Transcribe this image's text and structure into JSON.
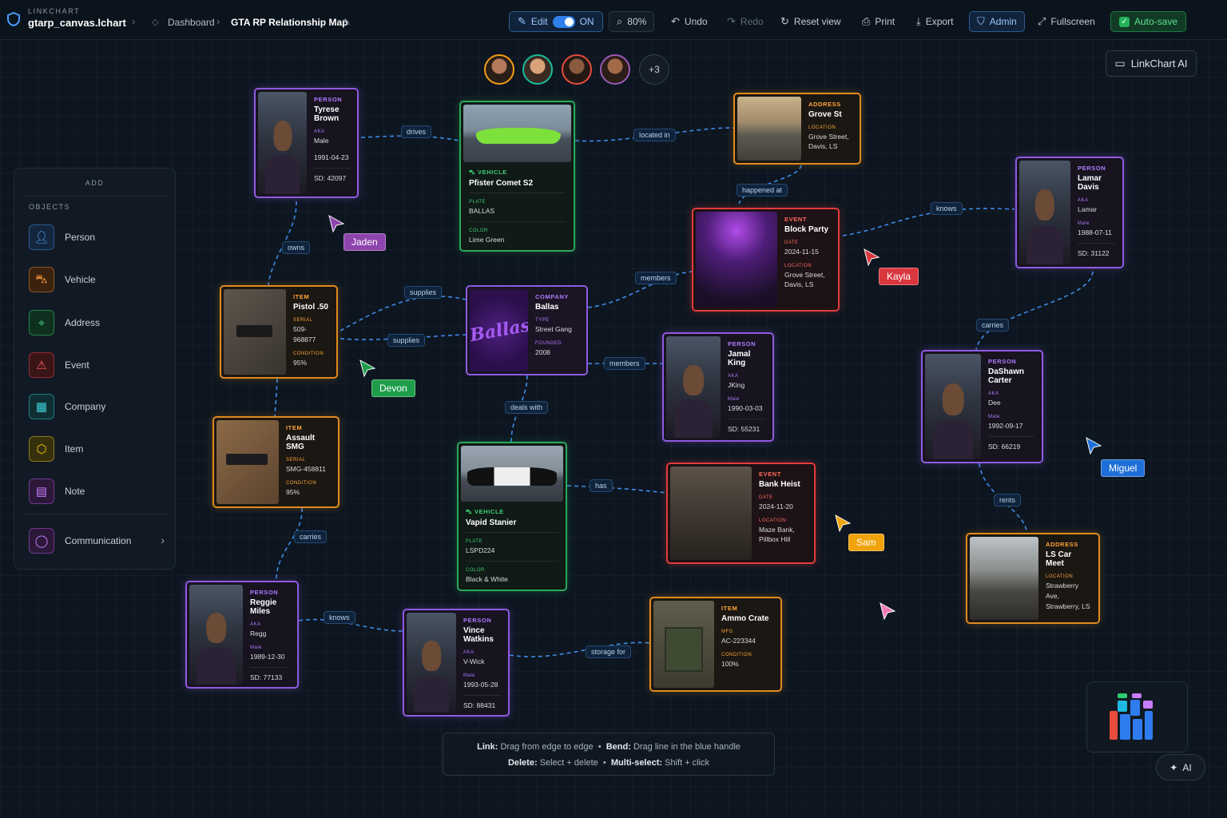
{
  "header": {
    "brand_small": "LINKCHART",
    "file_name": "gtarp_canvas.lchart",
    "breadcrumb": [
      "Dashboard",
      "GTA RP Relationship Map"
    ],
    "edit_label": "Edit",
    "edit_state": "ON",
    "zoom": "80%",
    "undo": "Undo",
    "redo": "Redo",
    "reset_view": "Reset view",
    "print": "Print",
    "export": "Export",
    "admin": "Admin",
    "fullscreen": "Fullscreen",
    "autosave": "Auto-save"
  },
  "collaborators": {
    "more": "+3"
  },
  "ai_panel_button": "LinkChart AI",
  "sidebar": {
    "title": "ADD",
    "section": "OBJECTS",
    "items": [
      {
        "label": "Person",
        "icon": "person-icon",
        "color": "#4a90e2"
      },
      {
        "label": "Vehicle",
        "icon": "car-icon",
        "color": "#e67e22"
      },
      {
        "label": "Address",
        "icon": "map-pin-icon",
        "color": "#27ae60"
      },
      {
        "label": "Event",
        "icon": "event-icon",
        "color": "#e74c3c"
      },
      {
        "label": "Company",
        "icon": "building-icon",
        "color": "#1abc9c"
      },
      {
        "label": "Item",
        "icon": "box-icon",
        "color": "#f1c40f"
      },
      {
        "label": "Note",
        "icon": "note-icon",
        "color": "#9b59b6"
      },
      {
        "label": "Communication",
        "icon": "chat-icon",
        "color": "#9b59b6"
      }
    ]
  },
  "nodes": {
    "tyrese": {
      "type": "PERSON",
      "name": "Tyrese Brown",
      "f1_label": "AKA",
      "f1": "Male",
      "f2": "1991-04-23",
      "sd": "SD: 42097"
    },
    "pfister": {
      "type": "VEHICLE",
      "name": "Pfister Comet S2",
      "f1_label": "PLATE",
      "f1": "BALLAS",
      "f2_label": "COLOR",
      "f2": "Lime Green"
    },
    "grove": {
      "type": "ADDRESS",
      "name": "Grove St",
      "f1_label": "LOCATION",
      "f1a": "Grove Street,",
      "f1b": "Davis, LS"
    },
    "lamar": {
      "type": "PERSON",
      "name": "Lamar Davis",
      "f1_label": "AKA",
      "f1": "Lamar",
      "f2_label": "Male",
      "f2": "1988-07-11",
      "sd": "SD: 31122"
    },
    "blockparty": {
      "type": "EVENT",
      "name": "Block Party",
      "f1_label": "DATE",
      "f1": "2024-11-15",
      "f2_label": "LOCATION",
      "f2a": "Grove Street,",
      "f2b": "Davis, LS"
    },
    "pistol": {
      "type": "ITEM",
      "name": "Pistol .50",
      "f1_label": "SERIAL",
      "f1": "509-968877",
      "f2_label": "CONDITION",
      "f2": "95%"
    },
    "ballas": {
      "type": "COMPANY",
      "name": "Ballas",
      "f1_label": "TYPE",
      "f1": "Street Gang",
      "f2_label": "FOUNDED",
      "f2": "2008",
      "logo_text": "Ballas"
    },
    "jamal": {
      "type": "PERSON",
      "name": "Jamal King",
      "f1_label": "AKA",
      "f1": "JKing",
      "f2_label": "Male",
      "f2": "1990-03-03",
      "sd": "SD: 55231"
    },
    "dashawn": {
      "type": "PERSON",
      "name": "DaShawn Carter",
      "f1_label": "AKA",
      "f1": "Dee",
      "f2_label": "Male",
      "f2": "1992-09-17",
      "sd": "SD: 66219"
    },
    "smg": {
      "type": "ITEM",
      "name": "Assault SMG",
      "f1_label": "SERIAL",
      "f1": "SMG-458811",
      "f2_label": "CONDITION",
      "f2": "95%"
    },
    "stanier": {
      "type": "VEHICLE",
      "name": "Vapid Stanier",
      "f1_label": "PLATE",
      "f1": "LSPD224",
      "f2_label": "COLOR",
      "f2": "Black & White"
    },
    "heist": {
      "type": "EVENT",
      "name": "Bank Heist",
      "f1_label": "DATE",
      "f1": "2024-11-20",
      "f2_label": "LOCATION",
      "f2a": "Maze Bank,",
      "f2b": "Pillbox Hill"
    },
    "carmeet": {
      "type": "ADDRESS",
      "name": "LS Car Meet",
      "f1_label": "LOCATION",
      "f1a": "Strawberry Ave,",
      "f1b": "Strawberry, LS"
    },
    "reggie": {
      "type": "PERSON",
      "name": "Reggie Miles",
      "f1_label": "AKA",
      "f1": "Regg",
      "f2_label": "Male",
      "f2": "1989-12-30",
      "sd": "SD: 77133"
    },
    "vince": {
      "type": "PERSON",
      "name": "Vince Watkins",
      "f1_label": "AKA",
      "f1": "V-Wick",
      "f2_label": "Male",
      "f2": "1993-05-28",
      "sd": "SD: 88431"
    },
    "ammo": {
      "type": "ITEM",
      "name": "Ammo Crate",
      "f1_label": "MFG",
      "f1": "AC-223344",
      "f2_label": "CONDITION",
      "f2": "100%"
    }
  },
  "edge_labels": {
    "drives": "drives",
    "located_in": "located in",
    "happened_at": "happened at",
    "knows_lamar": "knows",
    "owns": "owns",
    "supplies_top": "supplies",
    "supplies": "supplies",
    "members_party": "members",
    "members_jamal": "members",
    "carries_dashawn": "carries",
    "deals_with": "deals with",
    "has": "has",
    "rents": "rents",
    "carries_smg": "carries",
    "knows_reggie": "knows",
    "storage_for": "storage for"
  },
  "cursors": {
    "jaden": {
      "name": "Jaden",
      "color": "#8e44ad"
    },
    "devon": {
      "name": "Devon",
      "color": "#1e9e4a"
    },
    "kayla": {
      "name": "Kayla",
      "color": "#d9363e"
    },
    "sam": {
      "name": "Sam",
      "color": "#f0a30a"
    },
    "miguel": {
      "name": "Miguel",
      "color": "#1f6fd8"
    },
    "pink": {
      "color": "#f07ab6"
    }
  },
  "hints": {
    "link_label": "Link:",
    "link_text": "Drag from edge to edge",
    "bend_label": "Bend:",
    "bend_text": "Drag line in the blue handle",
    "delete_label": "Delete:",
    "delete_text": "Select + delete",
    "multi_label": "Multi-select:",
    "multi_text": "Shift + click"
  },
  "ai_button": "AI"
}
